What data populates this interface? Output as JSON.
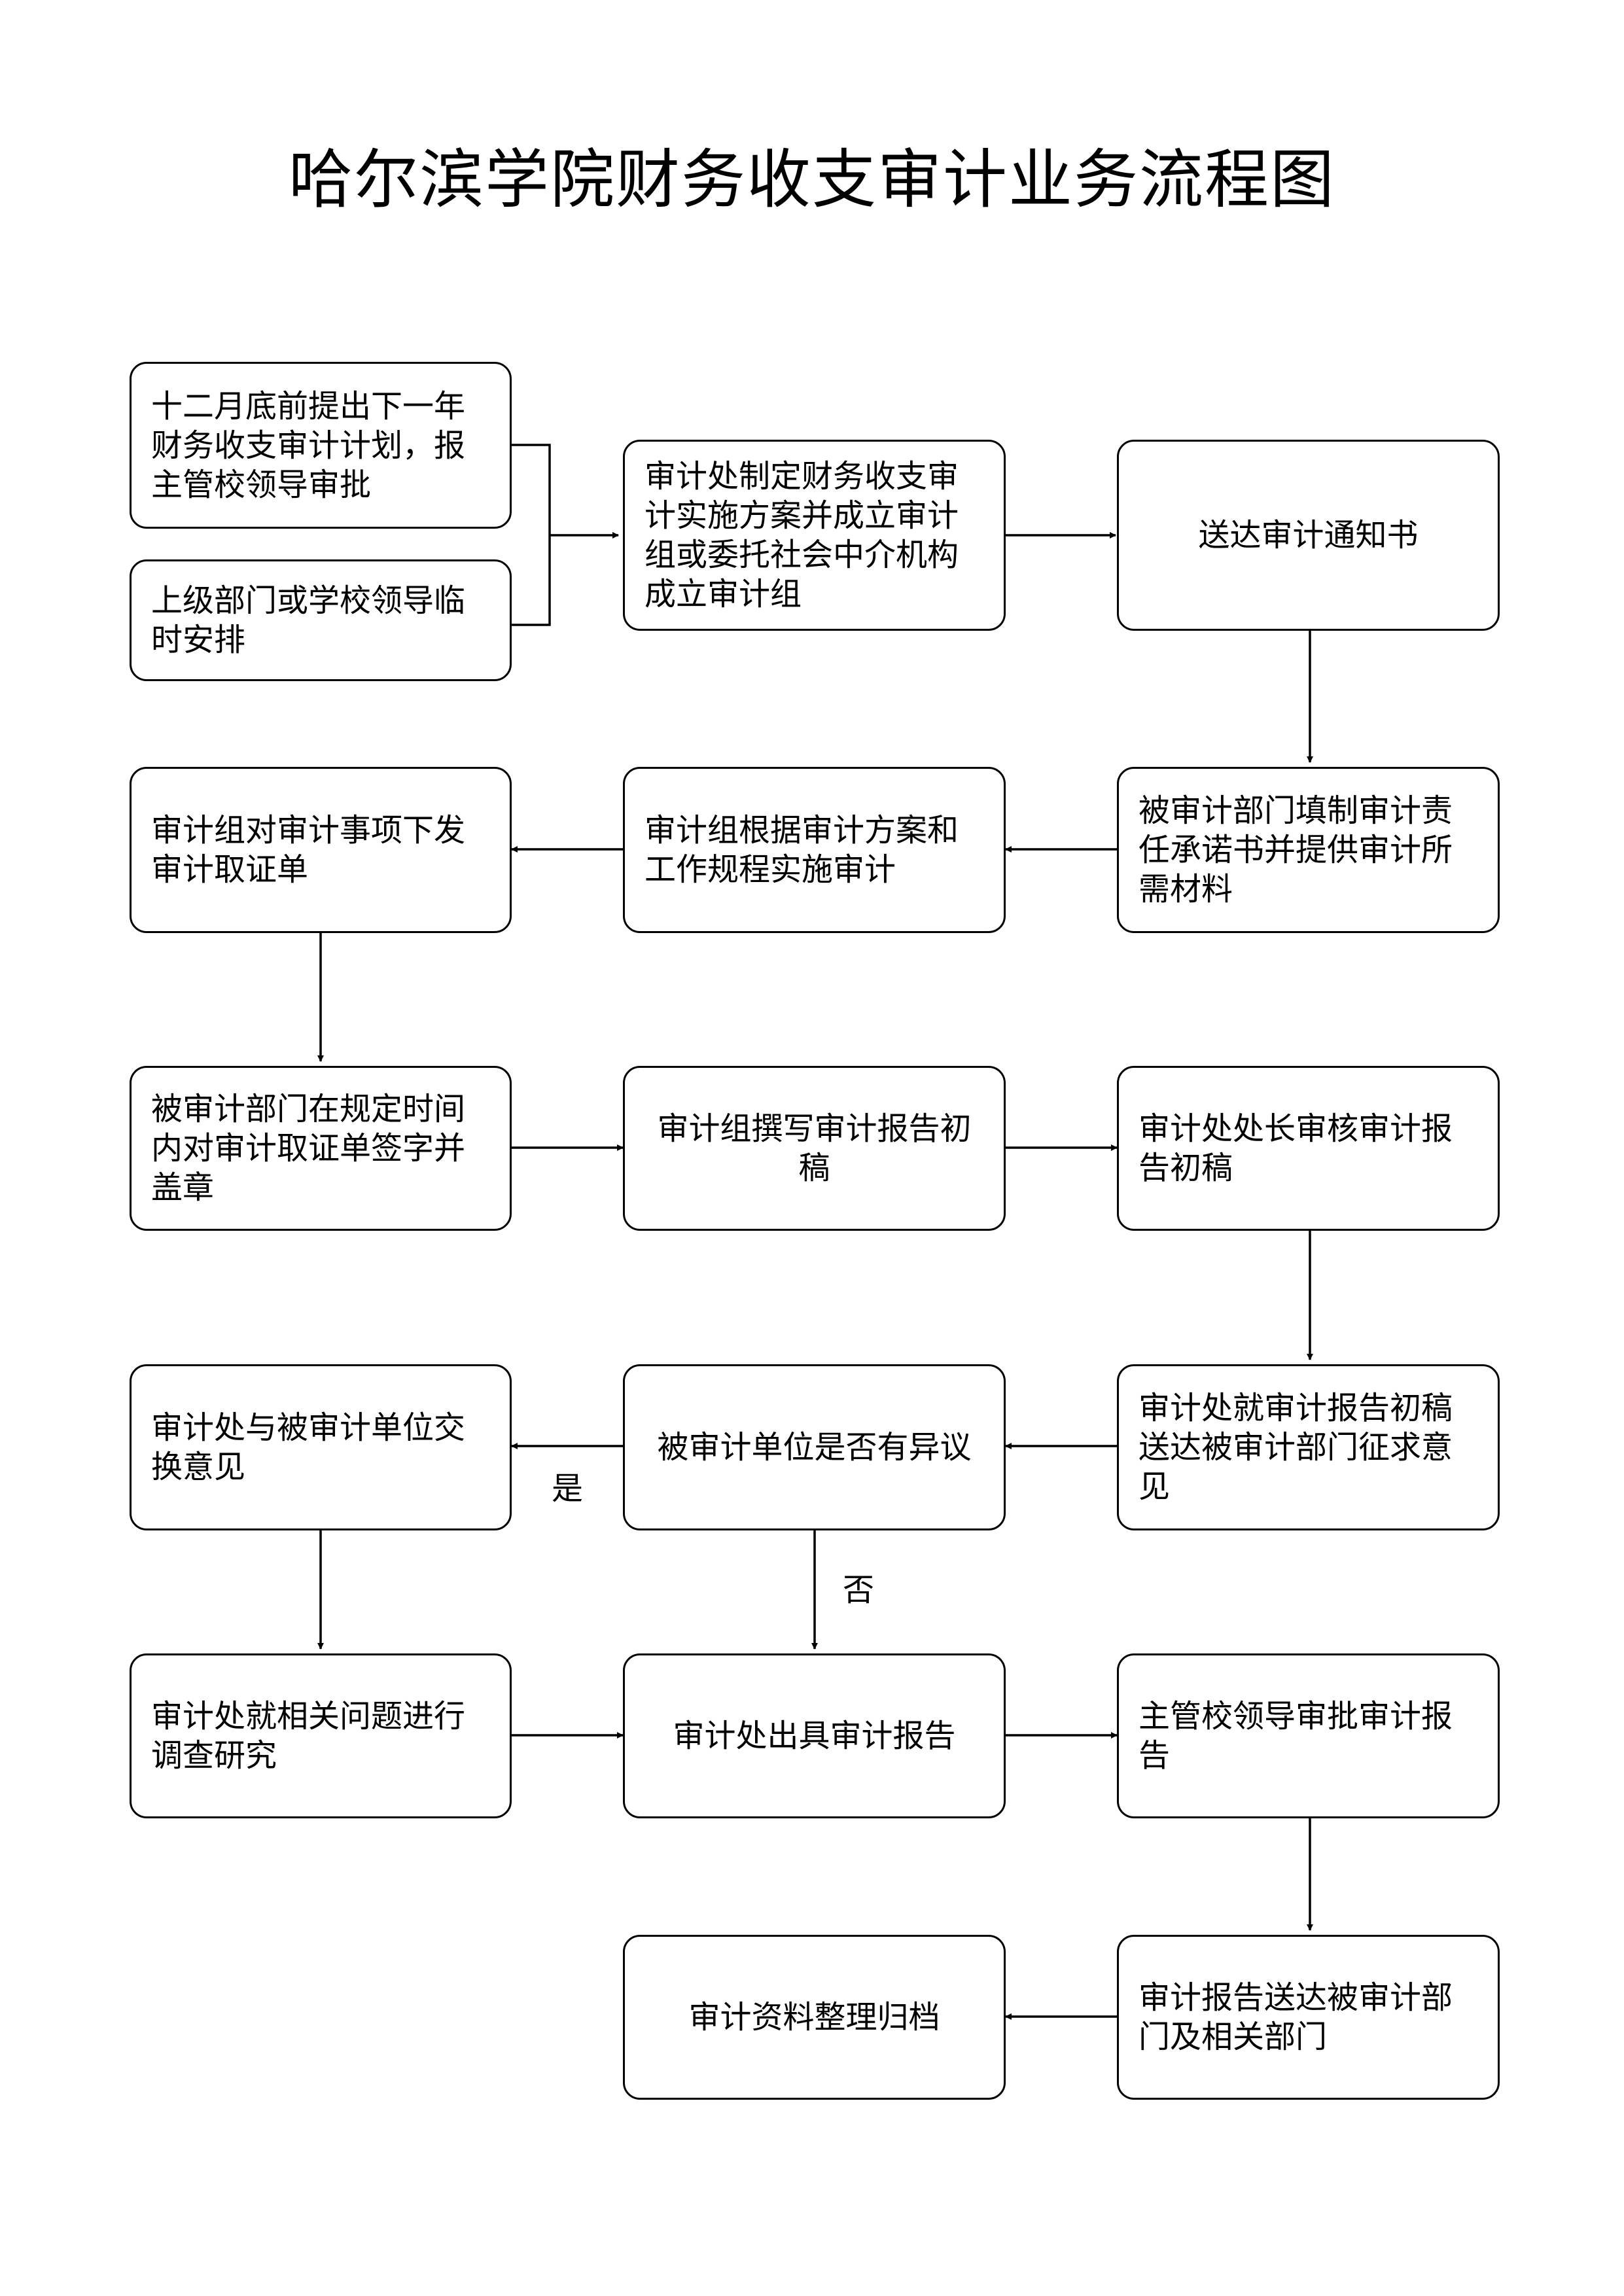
{
  "title": "哈尔滨学院财务收支审计业务流程图",
  "steps": {
    "annual_plan": "十二月底前提出下一年财务收支审计计划，报主管校领导审批",
    "temp_arrangement": "上级部门或学校领导临时安排",
    "make_plan": "审计处制定财务收支审计实施方案并成立审计组或委托社会中介机构成立审计组",
    "send_notice": "送达审计通知书",
    "fill_commitment": "被审计部门填制审计责任承诺书并提供审计所需材料",
    "implement_audit": "审计组根据审计方案和工作规程实施审计",
    "issue_evidence": "审计组对审计事项下发审计取证单",
    "sign_evidence": "被审计部门在规定时间内对审计取证单签字并盖章",
    "draft_report": "审计组撰写审计报告初稿",
    "review_draft": "审计处处长审核审计报告初稿",
    "solicit_opinion": "审计处就审计报告初稿送达被审计部门征求意见",
    "objection_check": "被审计单位是否有异议",
    "exchange_opinion": "审计处与被审计单位交换意见",
    "investigate": "审计处就相关问题进行调查研究",
    "issue_report": "审计处出具审计报告",
    "approve_report": "主管校领导审批审计报告",
    "deliver_report": "审计报告送达被审计部门及相关部门",
    "archive": "审计资料整理归档"
  },
  "labels": {
    "yes": "是",
    "no": "否"
  }
}
